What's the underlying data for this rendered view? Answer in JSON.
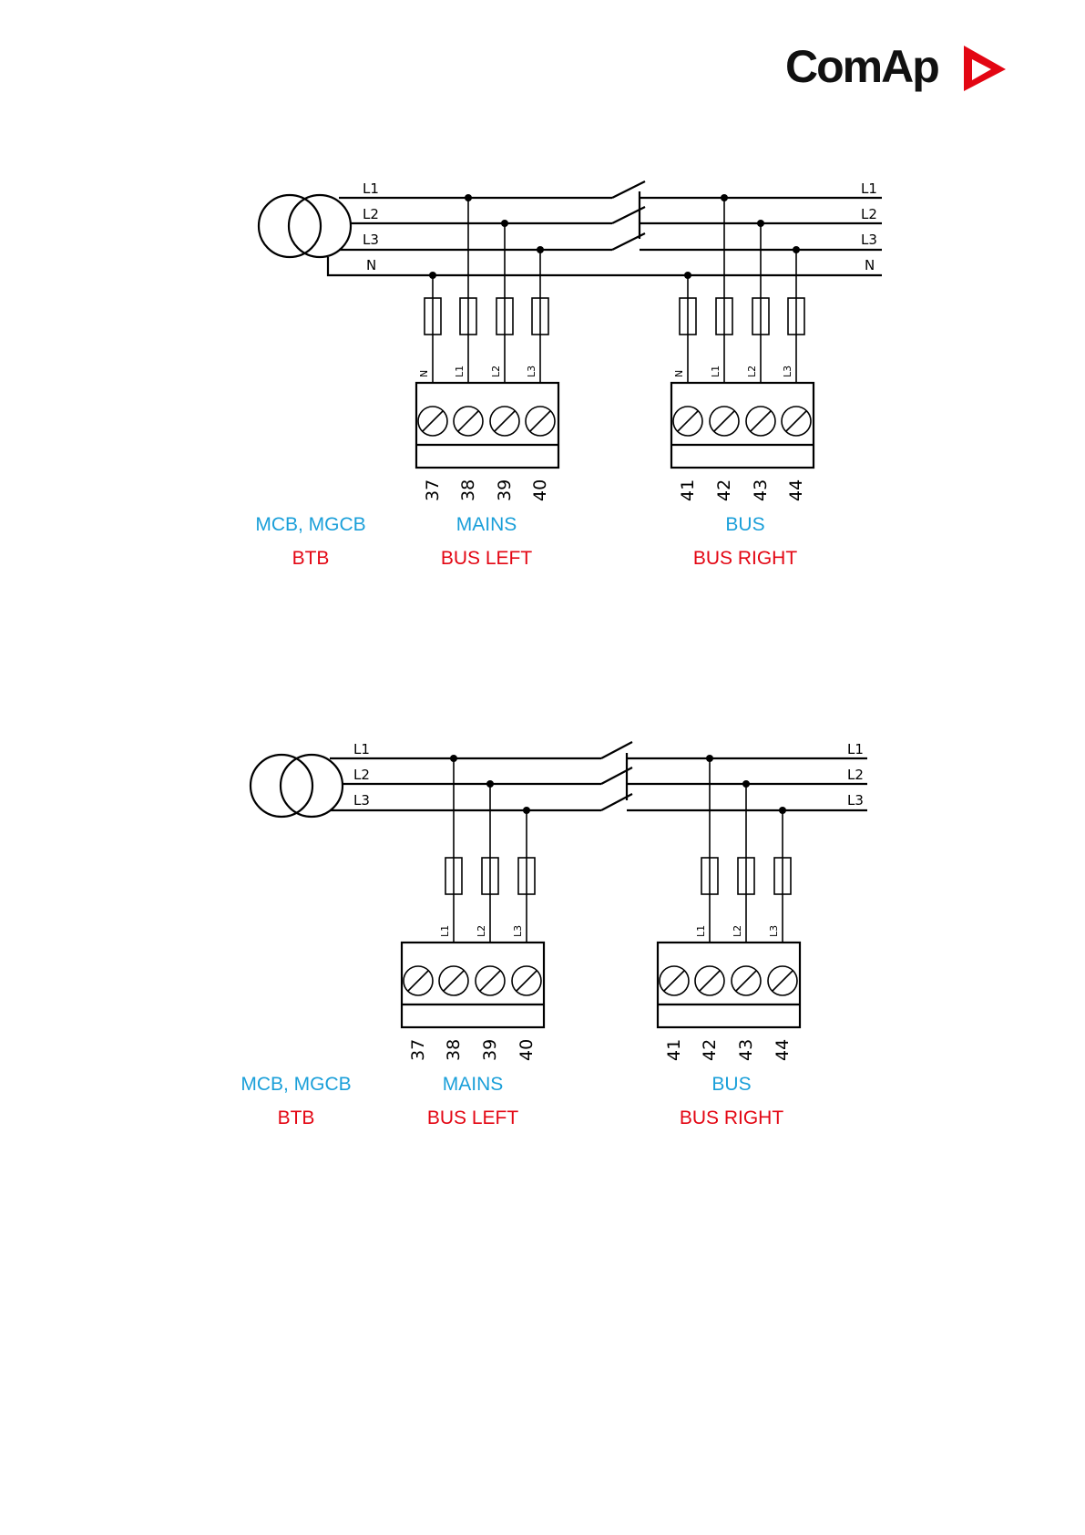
{
  "brand": {
    "name": "ComAp",
    "accent_color": "#e30613",
    "icon": "play-arrow-icon"
  },
  "diagrams": [
    {
      "phases_left": [
        "L1",
        "L2",
        "L3",
        "N"
      ],
      "phases_right": [
        "L1",
        "L2",
        "L3",
        "N"
      ],
      "mains_terminal_labels": [
        "N",
        "L1",
        "L2",
        "L3"
      ],
      "bus_terminal_labels": [
        "N",
        "L1",
        "L2",
        "L3"
      ],
      "mains_terminals": [
        "37",
        "38",
        "39",
        "40"
      ],
      "bus_terminals": [
        "41",
        "42",
        "43",
        "44"
      ],
      "captions": {
        "col1_line1": "MCB, MGCB",
        "col1_line2": "BTB",
        "col2_line1": "MAINS",
        "col2_line2": "BUS LEFT",
        "col3_line1": "BUS",
        "col3_line2": "BUS RIGHT"
      }
    },
    {
      "phases_left": [
        "L1",
        "L2",
        "L3"
      ],
      "phases_right": [
        "L1",
        "L2",
        "L3"
      ],
      "mains_terminal_labels": [
        "L1",
        "L2",
        "L3"
      ],
      "bus_terminal_labels": [
        "L1",
        "L2",
        "L3"
      ],
      "mains_terminals": [
        "37",
        "38",
        "39",
        "40"
      ],
      "bus_terminals": [
        "41",
        "42",
        "43",
        "44"
      ],
      "captions": {
        "col1_line1": "MCB, MGCB",
        "col1_line2": "BTB",
        "col2_line1": "MAINS",
        "col2_line2": "BUS LEFT",
        "col3_line1": "BUS",
        "col3_line2": "BUS RIGHT"
      }
    }
  ],
  "colors": {
    "caption_blue": "#1a9fd9",
    "caption_red": "#e30613"
  }
}
